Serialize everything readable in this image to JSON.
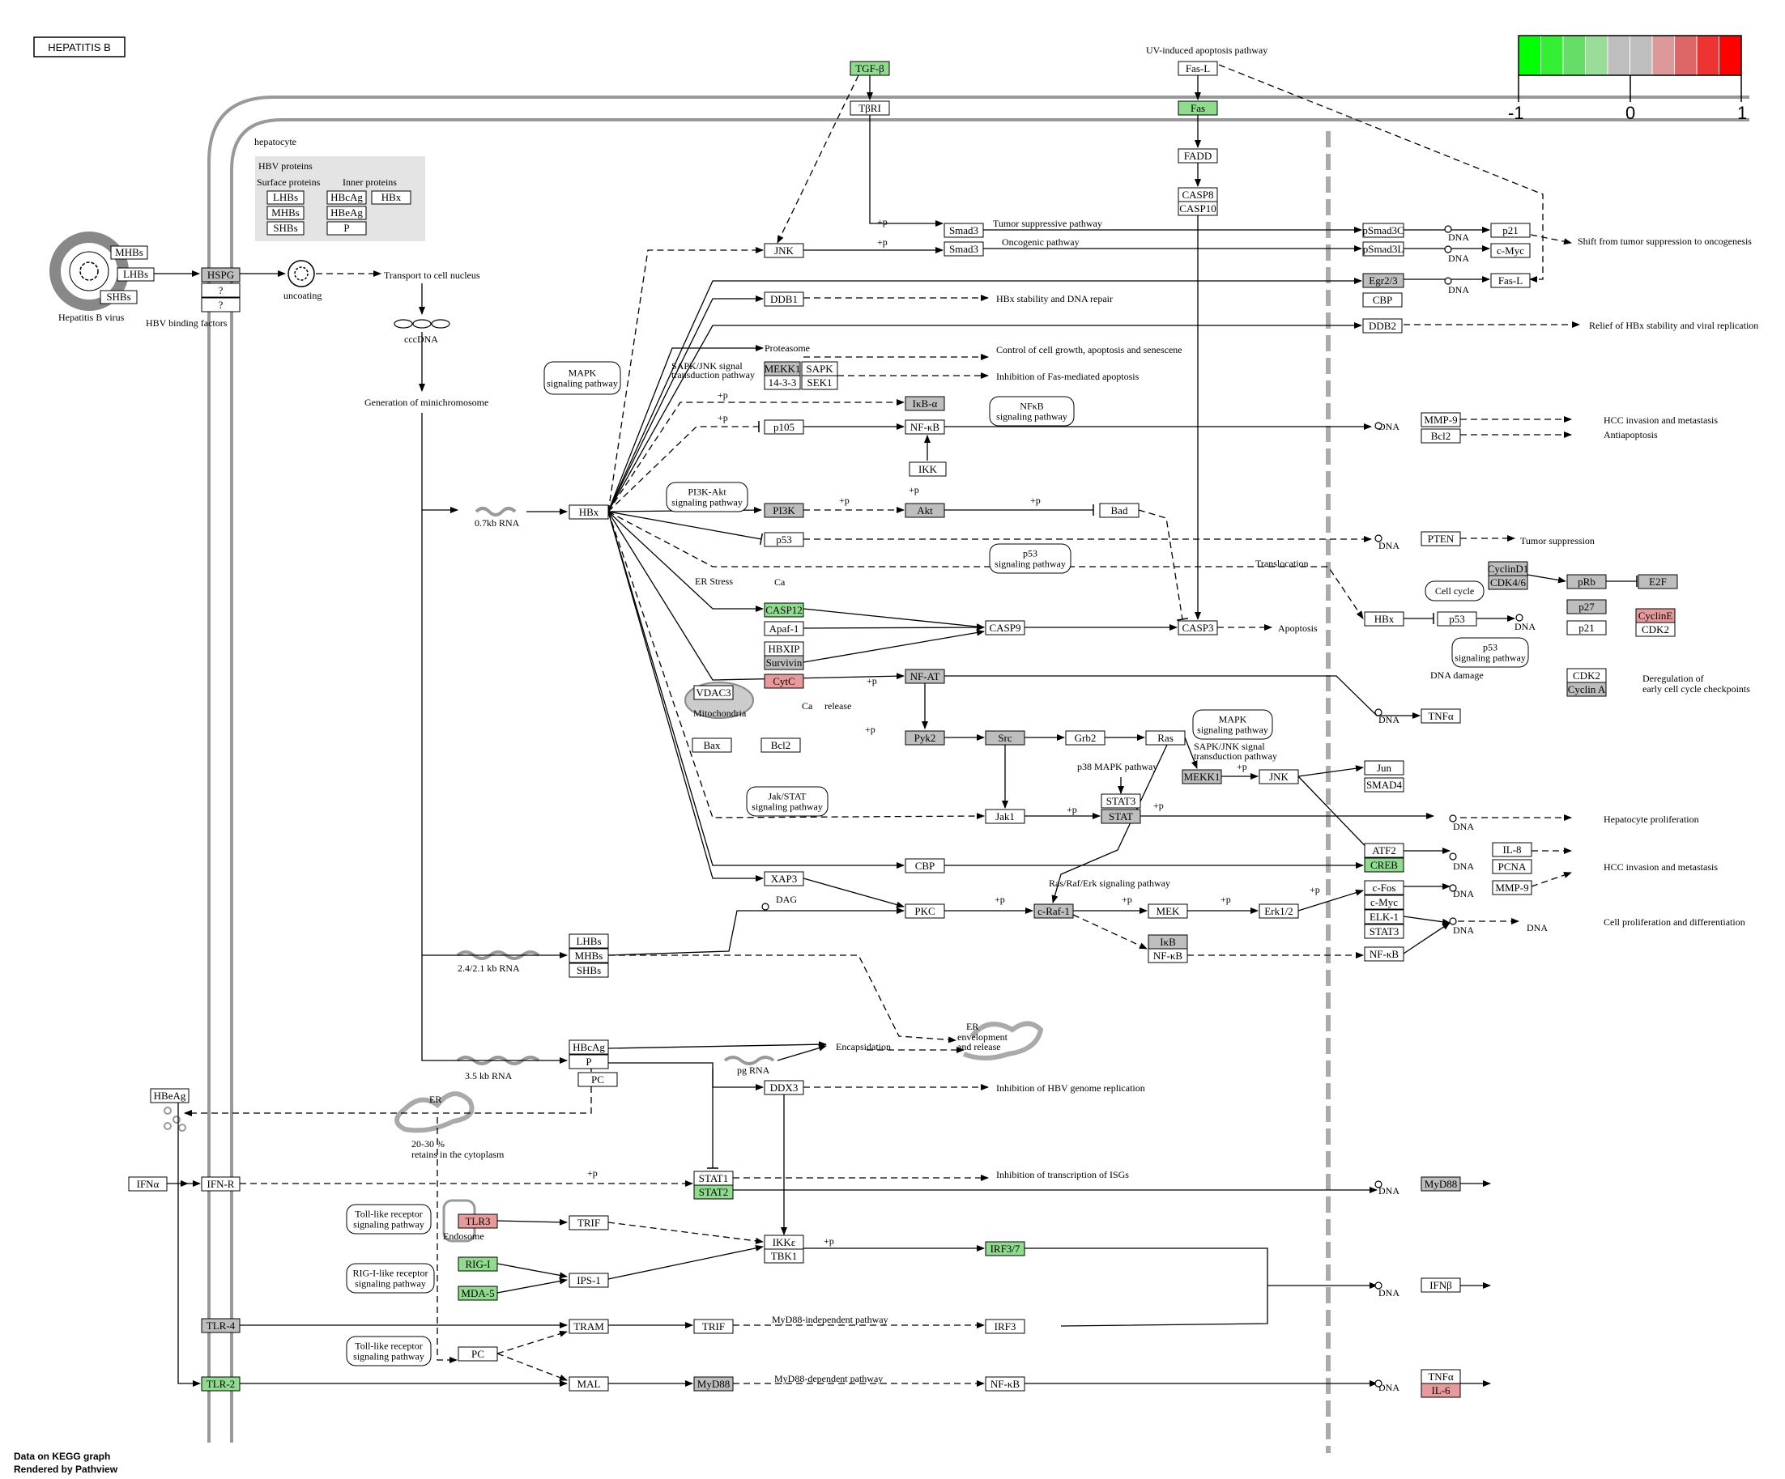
{
  "title": "HEPATITIS B",
  "footer": [
    "Data on KEGG graph",
    "Rendered by Pathview"
  ],
  "legend": {
    "colors": [
      "#00ff00",
      "#33ee33",
      "#66dd66",
      "#99dd99",
      "#bebebe",
      "#bebebe",
      "#dd9999",
      "#dd6666",
      "#ee3333",
      "#ff0000"
    ],
    "ticks": [
      "-1",
      "0",
      "1"
    ]
  },
  "colors": {
    "gray": "#bebebe",
    "white": "#ffffff",
    "green": "#8fdc8f",
    "red": "#e89a9a"
  },
  "genes": [
    {
      "id": "g1",
      "label": "TGF-β",
      "fill": "green"
    },
    {
      "id": "g2",
      "label": "TβRI",
      "fill": "white"
    },
    {
      "id": "g3",
      "label": "Fas-L",
      "fill": "white"
    },
    {
      "id": "g4",
      "label": "Fas",
      "fill": "green"
    },
    {
      "id": "g5",
      "label": "FADD",
      "fill": "white"
    },
    {
      "id": "g6",
      "label": "CASP8",
      "fill": "white"
    },
    {
      "id": "g7",
      "label": "CASP10",
      "fill": "white"
    },
    {
      "id": "g8",
      "label": "HSPG",
      "fill": "gray"
    },
    {
      "id": "g9",
      "label": "?",
      "fill": "white"
    },
    {
      "id": "g10",
      "label": "?",
      "fill": "white"
    },
    {
      "id": "g11",
      "label": "MHBs",
      "fill": "white"
    },
    {
      "id": "g12",
      "label": "LHBs",
      "fill": "white"
    },
    {
      "id": "g13",
      "label": "SHBs",
      "fill": "white"
    },
    {
      "id": "g14",
      "label": "LHBs",
      "fill": "white"
    },
    {
      "id": "g15",
      "label": "MHBs",
      "fill": "white"
    },
    {
      "id": "g16",
      "label": "SHBs",
      "fill": "white"
    },
    {
      "id": "g17",
      "label": "HBcAg",
      "fill": "white"
    },
    {
      "id": "g18",
      "label": "HBeAg",
      "fill": "white"
    },
    {
      "id": "g19",
      "label": "P",
      "fill": "white"
    },
    {
      "id": "g20",
      "label": "HBx",
      "fill": "white"
    },
    {
      "id": "g21",
      "label": "Smad3",
      "fill": "white"
    },
    {
      "id": "g22",
      "label": "Smad3",
      "fill": "white"
    },
    {
      "id": "g23",
      "label": "JNK",
      "fill": "white"
    },
    {
      "id": "g24",
      "label": "pSmad3C",
      "fill": "white"
    },
    {
      "id": "g25",
      "label": "pSmad3L",
      "fill": "white"
    },
    {
      "id": "g26",
      "label": "p21",
      "fill": "white"
    },
    {
      "id": "g27",
      "label": "c-Myc",
      "fill": "white"
    },
    {
      "id": "g28",
      "label": "Egr2/3",
      "fill": "gray"
    },
    {
      "id": "g29",
      "label": "CBP",
      "fill": "white"
    },
    {
      "id": "g30",
      "label": "Fas-L",
      "fill": "white"
    },
    {
      "id": "g31",
      "label": "DDB1",
      "fill": "white"
    },
    {
      "id": "g32",
      "label": "DDB2",
      "fill": "white"
    },
    {
      "id": "g33",
      "label": "MEKK1",
      "fill": "gray"
    },
    {
      "id": "g34",
      "label": "SAPK",
      "fill": "white"
    },
    {
      "id": "g35",
      "label": "14-3-3",
      "fill": "white"
    },
    {
      "id": "g36",
      "label": "SEK1",
      "fill": "white"
    },
    {
      "id": "g37",
      "label": "IκB-α",
      "fill": "gray"
    },
    {
      "id": "g38",
      "label": "NF-κB",
      "fill": "white"
    },
    {
      "id": "g39",
      "label": "p105",
      "fill": "white"
    },
    {
      "id": "g40",
      "label": "IKK",
      "fill": "white"
    },
    {
      "id": "g41",
      "label": "MMP-9",
      "fill": "white"
    },
    {
      "id": "g42",
      "label": "Bcl2",
      "fill": "white"
    },
    {
      "id": "g43",
      "label": "PI3K",
      "fill": "gray"
    },
    {
      "id": "g44",
      "label": "Akt",
      "fill": "gray"
    },
    {
      "id": "g45",
      "label": "Bad",
      "fill": "white"
    },
    {
      "id": "g46",
      "label": "p53",
      "fill": "white"
    },
    {
      "id": "g47",
      "label": "PTEN",
      "fill": "white"
    },
    {
      "id": "g48",
      "label": "CyclinD1",
      "fill": "gray"
    },
    {
      "id": "g49",
      "label": "CDK4/6",
      "fill": "gray"
    },
    {
      "id": "g50",
      "label": "pRb",
      "fill": "gray"
    },
    {
      "id": "g51",
      "label": "E2F",
      "fill": "gray"
    },
    {
      "id": "g52",
      "label": "p27",
      "fill": "gray"
    },
    {
      "id": "g53",
      "label": "HBx",
      "fill": "white"
    },
    {
      "id": "g54",
      "label": "p53",
      "fill": "white"
    },
    {
      "id": "g55",
      "label": "p21",
      "fill": "white"
    },
    {
      "id": "g56",
      "label": "CyclinE",
      "fill": "red"
    },
    {
      "id": "g57",
      "label": "CDK2",
      "fill": "white"
    },
    {
      "id": "g58",
      "label": "CDK2",
      "fill": "white"
    },
    {
      "id": "g59",
      "label": "Cyclin A",
      "fill": "gray"
    },
    {
      "id": "g60",
      "label": "CASP12",
      "fill": "green"
    },
    {
      "id": "g61",
      "label": "Apaf-1",
      "fill": "white"
    },
    {
      "id": "g62",
      "label": "HBXIP",
      "fill": "white"
    },
    {
      "id": "g63",
      "label": "Survivin",
      "fill": "gray"
    },
    {
      "id": "g64",
      "label": "CytC",
      "fill": "red"
    },
    {
      "id": "g65",
      "label": "CASP9",
      "fill": "white"
    },
    {
      "id": "g66",
      "label": "CASP3",
      "fill": "white"
    },
    {
      "id": "g67",
      "label": "VDAC3",
      "fill": "white"
    },
    {
      "id": "g68",
      "label": "Bax",
      "fill": "white"
    },
    {
      "id": "g69",
      "label": "Bcl2",
      "fill": "white"
    },
    {
      "id": "g70",
      "label": "NF-AT",
      "fill": "gray"
    },
    {
      "id": "g71",
      "label": "TNFα",
      "fill": "white"
    },
    {
      "id": "g72",
      "label": "Pyk2",
      "fill": "gray"
    },
    {
      "id": "g73",
      "label": "Src",
      "fill": "gray"
    },
    {
      "id": "g74",
      "label": "Grb2",
      "fill": "white"
    },
    {
      "id": "g75",
      "label": "Ras",
      "fill": "white"
    },
    {
      "id": "g76",
      "label": "MEKK1",
      "fill": "gray"
    },
    {
      "id": "g77",
      "label": "JNK",
      "fill": "white"
    },
    {
      "id": "g78",
      "label": "Jun",
      "fill": "white"
    },
    {
      "id": "g79",
      "label": "SMAD4",
      "fill": "white"
    },
    {
      "id": "g80",
      "label": "Jak1",
      "fill": "white"
    },
    {
      "id": "g81",
      "label": "STAT3",
      "fill": "white"
    },
    {
      "id": "g82",
      "label": "STAT",
      "fill": "gray"
    },
    {
      "id": "g83",
      "label": "ATF2",
      "fill": "white"
    },
    {
      "id": "g84",
      "label": "CREB",
      "fill": "green"
    },
    {
      "id": "g85",
      "label": "IL-8",
      "fill": "white"
    },
    {
      "id": "g86",
      "label": "PCNA",
      "fill": "white"
    },
    {
      "id": "g87",
      "label": "CBP",
      "fill": "white"
    },
    {
      "id": "g88",
      "label": "XAP3",
      "fill": "white"
    },
    {
      "id": "g89",
      "label": "PKC",
      "fill": "white"
    },
    {
      "id": "g90",
      "label": "c-Raf-1",
      "fill": "gray"
    },
    {
      "id": "g91",
      "label": "MEK",
      "fill": "white"
    },
    {
      "id": "g92",
      "label": "Erk1/2",
      "fill": "white"
    },
    {
      "id": "g93",
      "label": "c-Fos",
      "fill": "white"
    },
    {
      "id": "g94",
      "label": "c-Myc",
      "fill": "white"
    },
    {
      "id": "g95",
      "label": "ELK-1",
      "fill": "white"
    },
    {
      "id": "g96",
      "label": "STAT3",
      "fill": "white"
    },
    {
      "id": "g97",
      "label": "NF-κB",
      "fill": "white"
    },
    {
      "id": "g98",
      "label": "MMP-9",
      "fill": "white"
    },
    {
      "id": "g99",
      "label": "IκB",
      "fill": "gray"
    },
    {
      "id": "g100",
      "label": "NF-κB",
      "fill": "white"
    },
    {
      "id": "g101",
      "label": "DDX3",
      "fill": "white"
    },
    {
      "id": "g102",
      "label": "PC",
      "fill": "white"
    },
    {
      "id": "g103",
      "label": "HBeAg",
      "fill": "white"
    },
    {
      "id": "g104",
      "label": "IFNα",
      "fill": "white"
    },
    {
      "id": "g105",
      "label": "IFN-R",
      "fill": "white"
    },
    {
      "id": "g106",
      "label": "STAT1",
      "fill": "white"
    },
    {
      "id": "g107",
      "label": "STAT2",
      "fill": "green"
    },
    {
      "id": "g108",
      "label": "MyD88",
      "fill": "gray"
    },
    {
      "id": "g109",
      "label": "TLR3",
      "fill": "red"
    },
    {
      "id": "g110",
      "label": "TRIF",
      "fill": "white"
    },
    {
      "id": "g111",
      "label": "IKKε",
      "fill": "white"
    },
    {
      "id": "g112",
      "label": "TBK1",
      "fill": "white"
    },
    {
      "id": "g113",
      "label": "IRF3/7",
      "fill": "green"
    },
    {
      "id": "g114",
      "label": "RIG-I",
      "fill": "green"
    },
    {
      "id": "g115",
      "label": "MDA-5",
      "fill": "green"
    },
    {
      "id": "g116",
      "label": "IPS-1",
      "fill": "white"
    },
    {
      "id": "g117",
      "label": "IFNβ",
      "fill": "white"
    },
    {
      "id": "g118",
      "label": "TLR-4",
      "fill": "gray"
    },
    {
      "id": "g119",
      "label": "TRAM",
      "fill": "white"
    },
    {
      "id": "g120",
      "label": "TRIF",
      "fill": "white"
    },
    {
      "id": "g121",
      "label": "IRF3",
      "fill": "white"
    },
    {
      "id": "g122",
      "label": "PC",
      "fill": "white"
    },
    {
      "id": "g123",
      "label": "TLR-2",
      "fill": "green"
    },
    {
      "id": "g124",
      "label": "MAL",
      "fill": "white"
    },
    {
      "id": "g125",
      "label": "MyD88",
      "fill": "gray"
    },
    {
      "id": "g126",
      "label": "NF-κB",
      "fill": "white"
    },
    {
      "id": "g127",
      "label": "TNFα",
      "fill": "white"
    },
    {
      "id": "g128",
      "label": "IL-6",
      "fill": "red"
    },
    {
      "id": "g129",
      "label": "HBx",
      "fill": "white"
    },
    {
      "id": "g130",
      "label": "LHBs",
      "fill": "white"
    },
    {
      "id": "g131",
      "label": "MHBs",
      "fill": "white"
    },
    {
      "id": "g132",
      "label": "SHBs",
      "fill": "white"
    },
    {
      "id": "g133",
      "label": "HBcAg",
      "fill": "white"
    },
    {
      "id": "g134",
      "label": "P",
      "fill": "white"
    }
  ],
  "pathways": [
    {
      "id": "p1",
      "lines": [
        "MAPK",
        "signaling pathway"
      ]
    },
    {
      "id": "p2",
      "lines": [
        "NFκB",
        "signaling pathway"
      ]
    },
    {
      "id": "p3",
      "lines": [
        "PI3K-Akt",
        "signaling pathway"
      ]
    },
    {
      "id": "p4",
      "lines": [
        "p53",
        "signaling pathway"
      ]
    },
    {
      "id": "p5",
      "lines": [
        "Cell cycle"
      ]
    },
    {
      "id": "p6",
      "lines": [
        "p53",
        "signaling pathway"
      ]
    },
    {
      "id": "p7",
      "lines": [
        "MAPK",
        "signaling pathway"
      ]
    },
    {
      "id": "p8",
      "lines": [
        "Jak/STAT",
        "signaling pathway"
      ]
    },
    {
      "id": "p9",
      "lines": [
        "Toll-like receptor",
        "signaling pathway"
      ]
    },
    {
      "id": "p10",
      "lines": [
        "RIG-I-like receptor",
        "signaling pathway"
      ]
    },
    {
      "id": "p11",
      "lines": [
        "Toll-like receptor",
        "signaling pathway"
      ]
    }
  ],
  "labels": [
    {
      "id": "t1",
      "text": "UV-induced apoptosis pathway"
    },
    {
      "id": "t2",
      "text": "hepatocyte"
    },
    {
      "id": "t3",
      "text": "HBV proteins"
    },
    {
      "id": "t4",
      "text": "Surface proteins"
    },
    {
      "id": "t5",
      "text": "Inner proteins"
    },
    {
      "id": "t6",
      "text": "Hepatitis B virus"
    },
    {
      "id": "t7",
      "text": "HBV binding factors"
    },
    {
      "id": "t8",
      "text": "uncoating"
    },
    {
      "id": "t9",
      "text": "Transport to cell  nucleus"
    },
    {
      "id": "t10",
      "text": "cccDNA"
    },
    {
      "id": "t11",
      "text": "Generation of minichromosome"
    },
    {
      "id": "t12",
      "text": "0.7kb RNA"
    },
    {
      "id": "t13",
      "text": "2.4/2.1 kb RNA"
    },
    {
      "id": "t14",
      "text": "3.5 kb RNA"
    },
    {
      "id": "t15",
      "text": "pg RNA"
    },
    {
      "id": "t16",
      "text": "Encapsidation"
    },
    {
      "id": "t17",
      "text": "ER"
    },
    {
      "id": "t18",
      "text": "envelopment"
    },
    {
      "id": "t19",
      "text": "and release"
    },
    {
      "id": "t20",
      "text": "ER"
    },
    {
      "id": "t21",
      "text": "20-30 %"
    },
    {
      "id": "t22",
      "text": "retains in the cytoplasm"
    },
    {
      "id": "t23",
      "text": "Tumor suppressive pathway"
    },
    {
      "id": "t24",
      "text": "Oncogenic pathway"
    },
    {
      "id": "t25",
      "text": "Shift from tumor suppression to oncogenesis"
    },
    {
      "id": "t26",
      "text": "HBx stability and DNA repair"
    },
    {
      "id": "t27",
      "text": "Relief of HBx stability and viral replication"
    },
    {
      "id": "t28",
      "text": "Proteasome"
    },
    {
      "id": "t29",
      "text": "Control of cell growth, apoptosis and  senescene"
    },
    {
      "id": "t30",
      "text": "SAPK/JNK signal"
    },
    {
      "id": "t31",
      "text": "transduction pathway"
    },
    {
      "id": "t32",
      "text": "Inhibition of Fas-mediated apoptosis"
    },
    {
      "id": "t33",
      "text": "HCC invasion and metastasis"
    },
    {
      "id": "t34",
      "text": "Antiapoptosis"
    },
    {
      "id": "t35",
      "text": "Tumor suppression"
    },
    {
      "id": "t36",
      "text": "Translocation"
    },
    {
      "id": "t37",
      "text": "ER Stress"
    },
    {
      "id": "t38",
      "text": "Ca"
    },
    {
      "id": "t39",
      "text": "Apoptosis"
    },
    {
      "id": "t40",
      "text": "DNA damage"
    },
    {
      "id": "t41",
      "text": "Deregulation of"
    },
    {
      "id": "t42",
      "text": "early cell cycle checkpoints"
    },
    {
      "id": "t43",
      "text": "Mitochondria"
    },
    {
      "id": "t44",
      "text": "Ca"
    },
    {
      "id": "t45",
      "text": "release"
    },
    {
      "id": "t46",
      "text": "p38 MAPK pathway"
    },
    {
      "id": "t47",
      "text": "SAPK/JNK signal"
    },
    {
      "id": "t48",
      "text": "transduction pathway"
    },
    {
      "id": "t49",
      "text": "Hepatocyte proliferation"
    },
    {
      "id": "t50",
      "text": "HCC invasion and metastasis"
    },
    {
      "id": "t51",
      "text": "Ras/Raf/Erk signaling pathway"
    },
    {
      "id": "t52",
      "text": "DAG"
    },
    {
      "id": "t53",
      "text": "Cell proliferation and differentiation"
    },
    {
      "id": "t54",
      "text": "Inhibition of HBV genome replication"
    },
    {
      "id": "t55",
      "text": "Inhibition of transcription of ISGs"
    },
    {
      "id": "t56",
      "text": "Endosome"
    },
    {
      "id": "t57",
      "text": "MyD88-independent pathway"
    },
    {
      "id": "t58",
      "text": "MyD88-dependent pathway"
    },
    {
      "id": "t59",
      "text": "+p"
    },
    {
      "id": "t60",
      "text": "DNA"
    }
  ]
}
